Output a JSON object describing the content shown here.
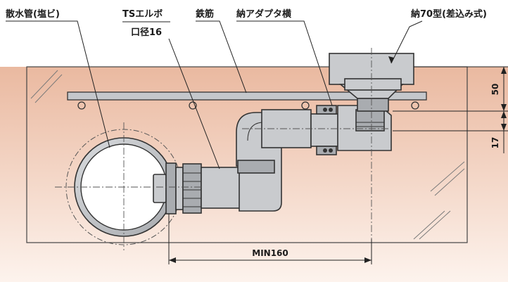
{
  "labels": {
    "drain_pipe": "散水管(塩ビ)",
    "ts_elbow_line1": "TSエルボ",
    "ts_elbow_line2": "口径16",
    "rebar": "鉄筋",
    "adapter": "納アダプタ横",
    "fitting": "納70型(差込み式)"
  },
  "dimensions": {
    "min_spacing": "MIN160",
    "depth_top": "50",
    "depth_offset": "17"
  },
  "colors": {
    "concrete_top": "#eab9a0",
    "concrete_bottom": "#fdf3ed",
    "metal": "#c9cbce",
    "metal_dark": "#a9acb0",
    "outline": "#333333"
  }
}
